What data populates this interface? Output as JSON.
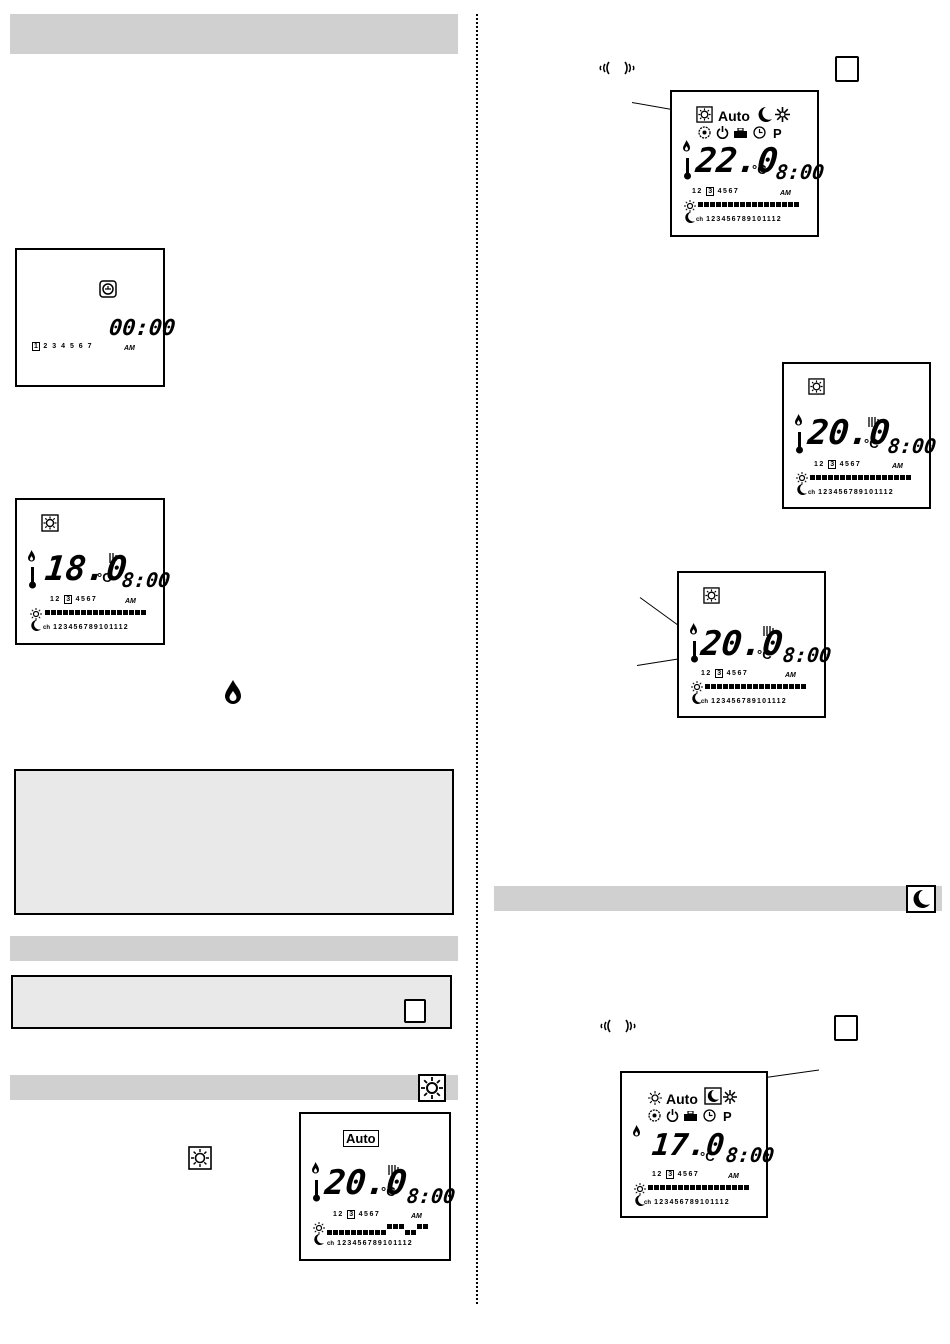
{
  "lcd1": {
    "time": "00:00",
    "days": [
      "2",
      "3",
      "4",
      "5",
      "6",
      "7"
    ],
    "day_boxed": "1",
    "ampm": "AM"
  },
  "lcd2": {
    "temp": "18.0",
    "unit": "°C",
    "time": "8:00",
    "ampm": "AM",
    "days_before": [
      "1",
      "2"
    ],
    "day_boxed": "3",
    "days_after": [
      "4",
      "5",
      "6",
      "7"
    ],
    "hours_prefix": "ch",
    "hours": [
      "1",
      "2",
      "3",
      "4",
      "5",
      "6",
      "7",
      "8",
      "9",
      "10",
      "11",
      "12"
    ]
  },
  "lcd3": {
    "mode": "Auto",
    "temp": "20.0",
    "unit": "°C",
    "time": "8:00",
    "ampm": "AM",
    "days_before": [
      "1",
      "2"
    ],
    "day_boxed": "3",
    "days_after": [
      "4",
      "5",
      "6",
      "7"
    ],
    "hours_prefix": "ch",
    "hours": [
      "1",
      "2",
      "3",
      "4",
      "5",
      "6",
      "7",
      "8",
      "9",
      "10",
      "11",
      "12"
    ]
  },
  "lcd4": {
    "mode": "Auto",
    "p_label": "P",
    "temp": "22.0",
    "unit": "°C",
    "time": "8:00",
    "ampm": "AM",
    "days_before": [
      "1",
      "2"
    ],
    "day_boxed": "3",
    "days_after": [
      "4",
      "5",
      "6",
      "7"
    ],
    "hours_prefix": "ch",
    "hours": [
      "1",
      "2",
      "3",
      "4",
      "5",
      "6",
      "7",
      "8",
      "9",
      "10",
      "11",
      "12"
    ]
  },
  "lcd5": {
    "temp": "20.0",
    "unit": "°C",
    "time": "8:00",
    "ampm": "AM",
    "days_before": [
      "1",
      "2"
    ],
    "day_boxed": "3",
    "days_after": [
      "4",
      "5",
      "6",
      "7"
    ],
    "hours_prefix": "ch",
    "hours": [
      "1",
      "2",
      "3",
      "4",
      "5",
      "6",
      "7",
      "8",
      "9",
      "10",
      "11",
      "12"
    ]
  },
  "lcd6": {
    "temp": "20.0",
    "unit": "°C",
    "time": "8:00",
    "ampm": "AM",
    "days_before": [
      "1",
      "2"
    ],
    "day_boxed": "3",
    "days_after": [
      "4",
      "5",
      "6",
      "7"
    ],
    "hours_prefix": "ch",
    "hours": [
      "1",
      "2",
      "3",
      "4",
      "5",
      "6",
      "7",
      "8",
      "9",
      "10",
      "11",
      "12"
    ]
  },
  "lcd7": {
    "mode": "Auto",
    "p_label": "P",
    "temp": "17.0",
    "unit": "°C",
    "time": "8:00",
    "ampm": "AM",
    "days_before": [
      "1",
      "2"
    ],
    "day_boxed": "3",
    "days_after": [
      "4",
      "5",
      "6",
      "7"
    ],
    "hours_prefix": "ch",
    "hours": [
      "1",
      "2",
      "3",
      "4",
      "5",
      "6",
      "7",
      "8",
      "9",
      "10",
      "11",
      "12"
    ]
  },
  "icons": [
    "sun-icon",
    "moon-icon",
    "snowflake-icon",
    "flame-icon",
    "thermometer-icon",
    "clock-icon",
    "power-icon",
    "suitcase-icon",
    "radiator-icon",
    "wave-icon",
    "square-key-icon"
  ]
}
